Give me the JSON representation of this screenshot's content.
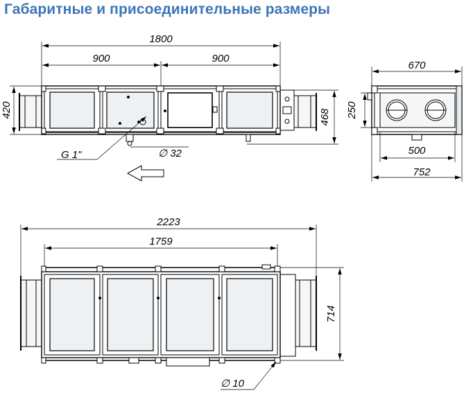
{
  "title": "Габаритные и присоединительные размеры",
  "dimensions": {
    "total_width": "1800",
    "section_left": "900",
    "section_right": "900",
    "height": "420",
    "height_with_feet": "468",
    "thread": "G 1\"",
    "drain": "∅ 32",
    "side_width": "670",
    "side_duct": "250",
    "side_spacing": "500",
    "side_total": "752",
    "overall_length": "2223",
    "mount_length": "1759",
    "side_height": "714",
    "mount_hole": "∅ 10"
  },
  "colors": {
    "title": "#3c76b8",
    "line": "#000000",
    "panel": "#e7ebee"
  }
}
